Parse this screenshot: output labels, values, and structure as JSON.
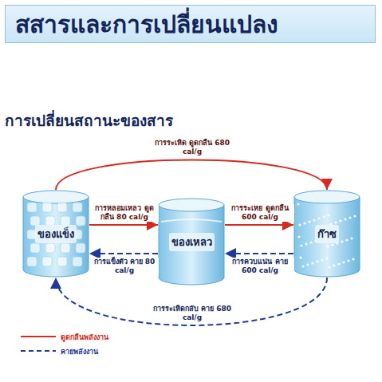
{
  "diagram": {
    "title": "สสารและการเปลี่ยนแปลง",
    "nodes": [
      {
        "text": [
          "ของแข็ง"
        ]
      },
      {
        "text": [
          "ของเหลว"
        ]
      },
      {
        "text": [
          "ก๊าซ"
        ]
      }
    ],
    "edges": [
      {
        "from": 0,
        "to": 2,
        "label": "การระเหิด ดูดกลืน 680 cal/g",
        "arrow": "to"
      },
      {
        "from": 0,
        "to": 1,
        "label": "การหลอมเหลว ดูดกลืน 80 cal/g",
        "arrow": "to"
      },
      {
        "from": 1,
        "to": 2,
        "label": "การระเหย ดูดกลืน 600 cal/g",
        "arrow": "to"
      },
      {
        "from": 1,
        "to": 0,
        "label": "การแข็งตัว คาย 80 cal/g",
        "arrow": "to"
      },
      {
        "from": 2,
        "to": 1,
        "label": "การควบแน่น คาย 600 cal/g",
        "arrow": "to"
      },
      {
        "from": 2,
        "to": 0,
        "label": "การระเหิดกลับ คาย 680 cal/g",
        "arrow": "to"
      }
    ],
    "labels": [
      "การเปลี่ยนสถานะของสาร"
    ],
    "legend": [
      {
        "text": "ดูดกลืนพลังงาน"
      },
      {
        "text": "คายพลังงาน"
      }
    ]
  }
}
